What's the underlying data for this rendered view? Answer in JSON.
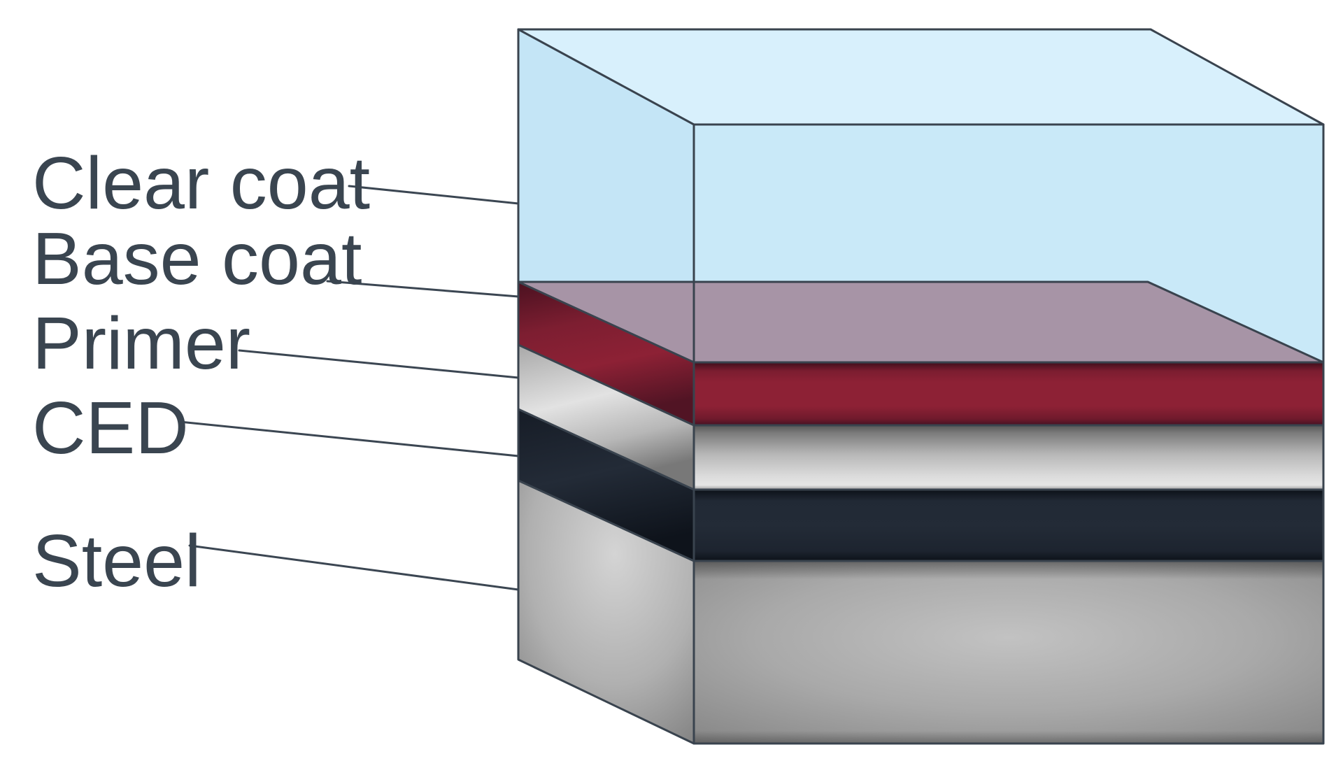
{
  "diagram": {
    "type": "layer-stack-3d",
    "background": "#ffffff",
    "line_color": "#39434e",
    "leader_color": "#3b4652",
    "text_color": "#3a4550",
    "layers": [
      {
        "id": "clear-coat",
        "label": "Clear coat",
        "color": "#c9e9f8",
        "top_color": "#d8f0fc",
        "left_color": "#c4e5f6"
      },
      {
        "id": "base-coat",
        "label": "Base coat",
        "color": "#8d2135",
        "top_color": "#a794a6"
      },
      {
        "id": "primer",
        "label": "Primer",
        "color": "#b7b7b7"
      },
      {
        "id": "ced",
        "label": "CED",
        "color": "#232b37"
      },
      {
        "id": "steel",
        "label": "Steel",
        "color": "#a9a9a9"
      }
    ]
  }
}
